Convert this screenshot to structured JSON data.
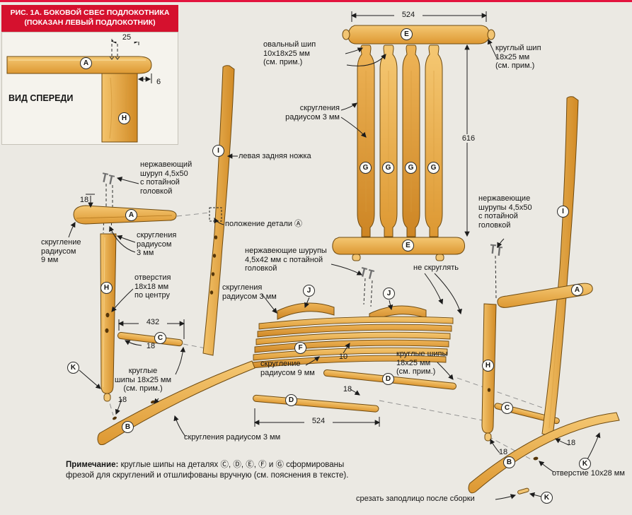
{
  "figure": {
    "title_line1": "РИС. 1А. БОКОВОЙ СВЕС ПОДЛОКОТНИКА",
    "title_line2": "(ПОКАЗАН ЛЕВЫЙ ПОДЛОКОТНИК)"
  },
  "inset": {
    "view_label": "ВИД СПЕРЕДИ",
    "dim_25": "25",
    "dim_6": "6"
  },
  "labels": {
    "oval_tenon": "овальный шип\n10х18х25 мм\n(см. прим.)",
    "round_tenon": "круглый шип\n18х25 мм\n(см. прим.)",
    "fillets_r3_top": "скругления\nрадиусом 3 мм",
    "left_rear_leg": "левая задняя ножка",
    "screw_45x50_left": "нержавеющий\nшуруп 4,5х50\nс потайной\nголовкой",
    "fillet_r9_left": "скругление\nрадиусом\n9 мм",
    "fillets_r3_left": "скругления\nрадиусом\n3 мм",
    "holes_18x18": "отверстия\n18х18 мм\nпо центру",
    "position_a": "положение детали Ⓐ",
    "screws_45x42": "нержавеющие шурупы\n4,5х42 мм с потайной\nголовкой",
    "fillets_r3_mid": "скругления\nрадиусом 3 мм",
    "no_round": "не скруглять",
    "screws_45x50_right": "нержавеющие\nшурупы 4,5х50\nс потайной\nголовкой",
    "round_tenons_left": "круглые\nшипы 18х25 мм\n(см. прим.)",
    "fillet_r9_seat": "скругление\nрадиусом 9 мм",
    "round_tenons_mid": "круглые шипы\n18х25 мм\n(см. прим.)",
    "fillets_r3_bottom": "скругления радиусом 3 мм",
    "hole_10x28": "отверстие 10х28 мм",
    "cut_flush": "срезать заподлицо после сборки"
  },
  "dims": {
    "d524_top": "524",
    "d616": "616",
    "d432": "432",
    "d524_bottom": "524",
    "d18": "18",
    "d10": "10"
  },
  "badges": {
    "a": "A",
    "b": "B",
    "c": "C",
    "d": "D",
    "e": "E",
    "f": "F",
    "g": "G",
    "h": "H",
    "i": "I",
    "j": "J",
    "k": "K"
  },
  "note": {
    "lead": "Примечание:",
    "body": " круглые шипы на деталях Ⓒ, Ⓓ, Ⓔ, Ⓕ и Ⓖ сформированы\nфрезой для скруглений и отшлифованы вручную (см. пояснения в тексте)."
  },
  "colors": {
    "header_red": "#d5112e",
    "wood_light": "#f5c873",
    "wood_dark": "#cd8524",
    "outline": "#6e4a10",
    "page_bg": "#ebe9e3"
  }
}
